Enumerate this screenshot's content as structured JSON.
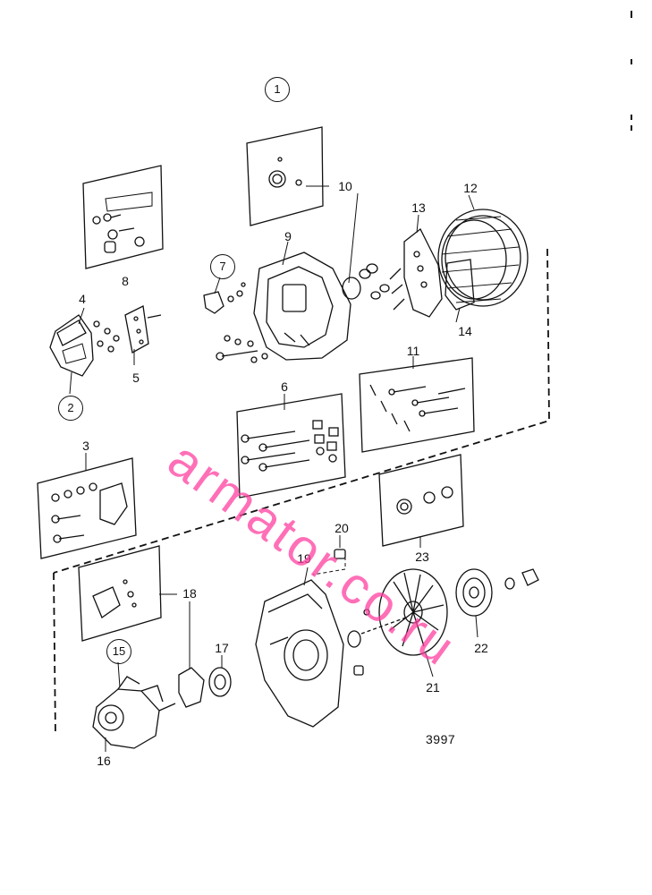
{
  "callouts": {
    "c1": "1",
    "c2": "2",
    "c3": "3",
    "c4": "4",
    "c5": "5",
    "c6": "6",
    "c7": "7",
    "c8": "8",
    "c9": "9",
    "c10": "10",
    "c11": "11",
    "c12": "12",
    "c13": "13",
    "c14": "14",
    "c15": "15",
    "c16": "16",
    "c17": "17",
    "c18": "18",
    "c19": "19",
    "c20": "20",
    "c21": "21",
    "c22": "22",
    "c23": "23"
  },
  "drawing_number": "3997",
  "watermark": "armator.co.ru",
  "colors": {
    "line": "#111111",
    "watermark": "#ff3fa0",
    "background": "#ffffff"
  }
}
